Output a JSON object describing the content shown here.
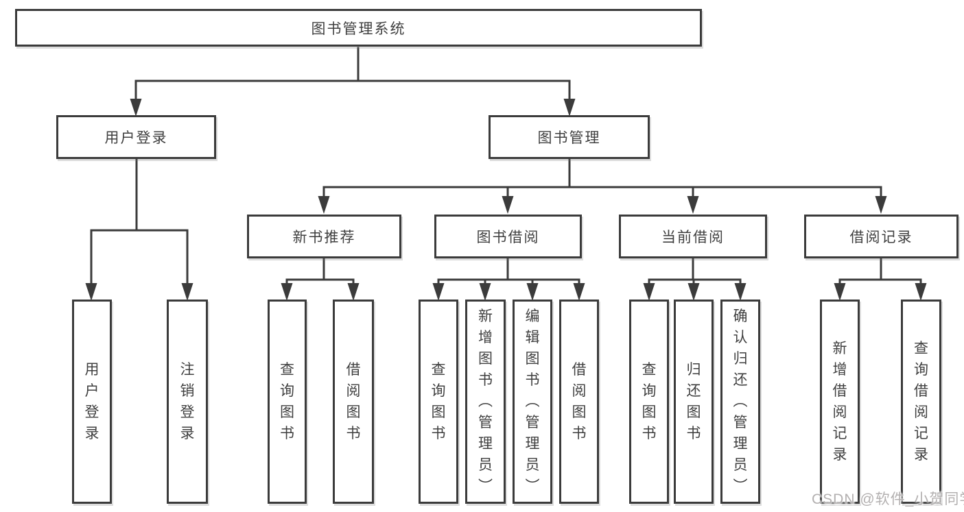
{
  "tree": {
    "root": "图书管理系统",
    "l2": [
      "用户登录",
      "图书管理"
    ],
    "l3": [
      "新书推荐",
      "图书借阅",
      "当前借阅",
      "借阅记录"
    ],
    "leaves": {
      "user_login": [
        "用户登录",
        "注销登录"
      ],
      "new_recommend": [
        "查询图书",
        "借阅图书"
      ],
      "book_borrow": [
        "查询图书",
        "新增图书（管理员）",
        "编辑图书（管理员）",
        "借阅图书"
      ],
      "current_borrow": [
        "查询图书",
        "归还图书",
        "确认归还（管理员）"
      ],
      "borrow_record": [
        "新增借阅记录",
        "查询借阅记录"
      ]
    }
  },
  "watermark": {
    "text": "CSDN @软件_小贺同学"
  },
  "colors": {
    "line": "#3b3b3b",
    "text": "#3f3f3f",
    "watermark": "#b3b0b0",
    "background": "#ffffff"
  }
}
